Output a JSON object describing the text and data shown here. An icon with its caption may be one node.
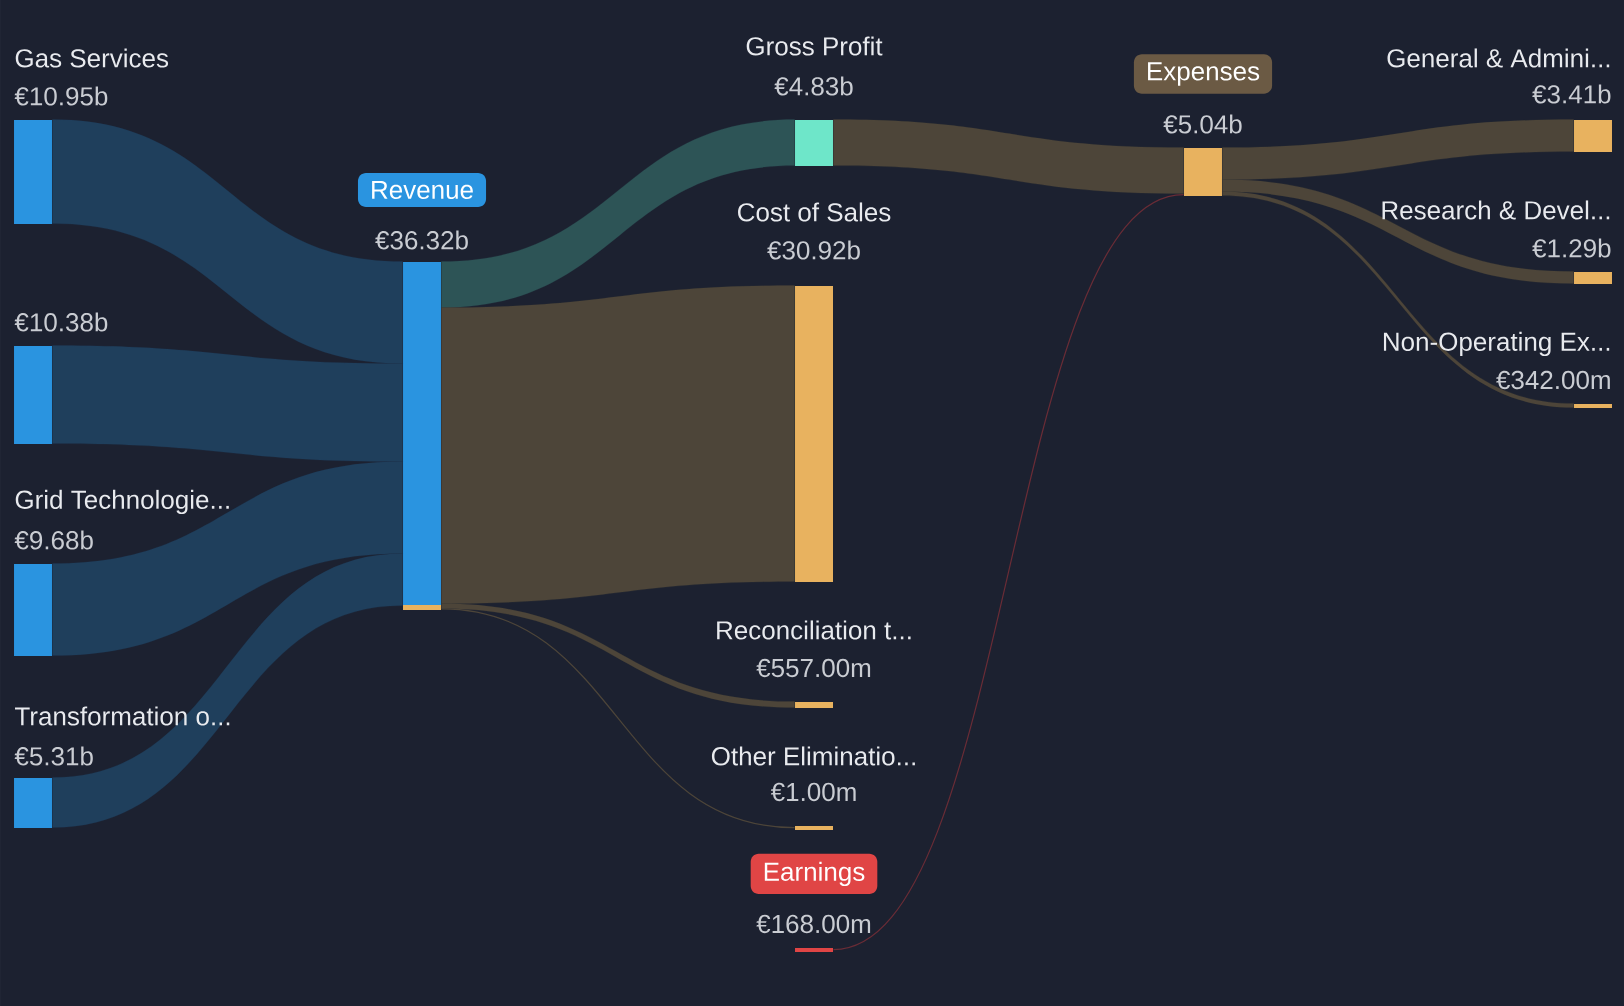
{
  "diagram": {
    "nodes": [
      {
        "text": [
          "Gas Services",
          "€10.95b"
        ]
      },
      {
        "text": [
          "€10.38b"
        ]
      },
      {
        "text": [
          "Grid Technologie...",
          "€9.68b"
        ]
      },
      {
        "text": [
          "Transformation o...",
          "€5.31b"
        ]
      },
      {
        "text": [
          "Revenue",
          "€36.32b"
        ]
      },
      {
        "text": [
          "Gross Profit",
          "€4.83b"
        ]
      },
      {
        "text": [
          "Cost of Sales",
          "€30.92b"
        ]
      },
      {
        "text": [
          "Reconciliation t...",
          "€557.00m"
        ]
      },
      {
        "text": [
          "Other Eliminatio...",
          "€1.00m"
        ]
      },
      {
        "text": [
          "Earnings",
          "€168.00m"
        ]
      },
      {
        "text": [
          "Expenses",
          "€5.04b"
        ]
      },
      {
        "text": [
          "General & Admini...",
          "€3.41b"
        ]
      },
      {
        "text": [
          "Research & Devel...",
          "€1.29b"
        ]
      },
      {
        "text": [
          "Non-Operating Ex...",
          "€342.00m"
        ]
      }
    ],
    "edges": [
      {
        "from": 0,
        "to": 4,
        "arrow": "none",
        "color": "#1f3f5c"
      },
      {
        "from": 1,
        "to": 4,
        "arrow": "none",
        "color": "#1f3f5c"
      },
      {
        "from": 2,
        "to": 4,
        "arrow": "none",
        "color": "#1f3f5c"
      },
      {
        "from": 3,
        "to": 4,
        "arrow": "none",
        "color": "#1f3f5c"
      },
      {
        "from": 4,
        "to": 5,
        "arrow": "none",
        "color": "#2d5456"
      },
      {
        "from": 4,
        "to": 6,
        "arrow": "none"
      },
      {
        "from": 4,
        "to": 7,
        "arrow": "none"
      },
      {
        "from": 4,
        "to": 8,
        "arrow": "none"
      },
      {
        "from": 5,
        "to": 10,
        "arrow": "none"
      },
      {
        "from": 9,
        "to": 10,
        "arrow": "none",
        "color": "#6a2c36"
      },
      {
        "from": 10,
        "to": 11,
        "arrow": "none"
      },
      {
        "from": 10,
        "to": 12,
        "arrow": "none"
      },
      {
        "from": 10,
        "to": 13,
        "arrow": "none"
      }
    ]
  }
}
